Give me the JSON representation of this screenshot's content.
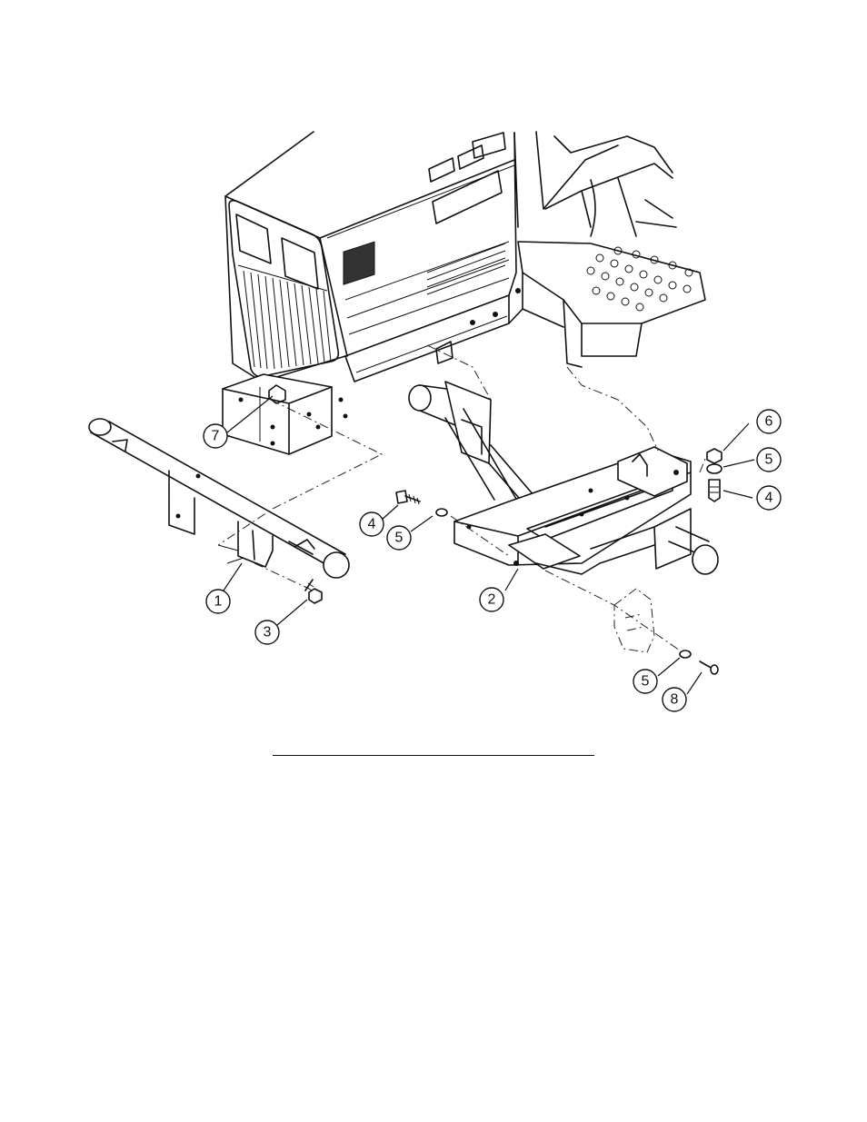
{
  "figure": {
    "callouts": [
      {
        "id": "c1",
        "label": "1"
      },
      {
        "id": "c2",
        "label": "2"
      },
      {
        "id": "c3",
        "label": "3"
      },
      {
        "id": "c4a",
        "label": "4"
      },
      {
        "id": "c5a",
        "label": "5"
      },
      {
        "id": "c6",
        "label": "6"
      },
      {
        "id": "c5b",
        "label": "5"
      },
      {
        "id": "c4b",
        "label": "4"
      },
      {
        "id": "c7",
        "label": "7"
      },
      {
        "id": "c5c",
        "label": "5"
      },
      {
        "id": "c8",
        "label": "8"
      }
    ]
  }
}
